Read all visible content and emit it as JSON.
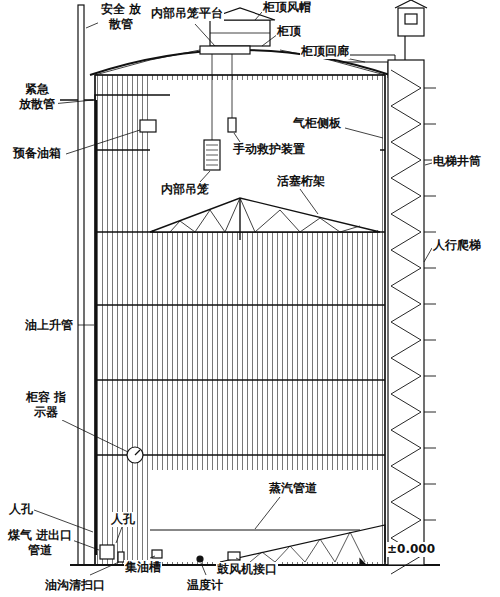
{
  "diagram": {
    "labels": [
      "安全 放散管",
      "内部吊笼平台",
      "柜顶风帽",
      "柜顶",
      "柜顶回廊",
      "紧急 放散管",
      "预备油箱",
      "气柜侧板",
      "手动救护装置",
      "电梯井筒",
      "活塞桁架",
      "内部吊笼",
      "人行爬梯",
      "油上升管",
      "柜容 指示器",
      "蒸汽管道",
      "人孔",
      "人孔",
      "煤气 进出口管道",
      "±0.000",
      "鼓风机接口",
      "油沟清扫口",
      "集油槽",
      "温度计"
    ]
  }
}
